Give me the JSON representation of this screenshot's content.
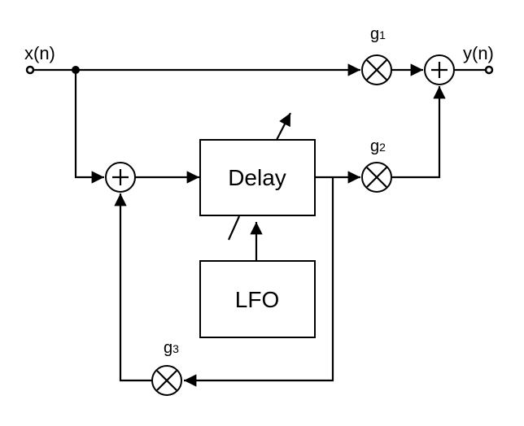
{
  "diagram": {
    "type": "signal-flow block diagram (flanger/chorus with feedback)",
    "input": {
      "label": "x(n)"
    },
    "output": {
      "label": "y(n)"
    },
    "blocks": [
      {
        "id": "delay",
        "label": "Delay"
      },
      {
        "id": "lfo",
        "label": "LFO"
      }
    ],
    "gains": [
      {
        "id": "g1",
        "base": "g",
        "index": "1"
      },
      {
        "id": "g2",
        "base": "g",
        "index": "2"
      },
      {
        "id": "g3",
        "base": "g",
        "index": "3"
      }
    ],
    "operators": {
      "adder_symbol": "+",
      "multiplier_symbol": "×"
    },
    "connections": [
      {
        "from": "x(n)",
        "to": "split"
      },
      {
        "from": "split",
        "to": "g1"
      },
      {
        "from": "split",
        "to": "input-adder"
      },
      {
        "from": "input-adder",
        "to": "delay"
      },
      {
        "from": "delay",
        "to": "g2"
      },
      {
        "from": "delay",
        "to": "g3"
      },
      {
        "from": "g3",
        "to": "input-adder"
      },
      {
        "from": "lfo",
        "to": "delay"
      },
      {
        "from": "g1",
        "to": "output-adder"
      },
      {
        "from": "g2",
        "to": "output-adder"
      },
      {
        "from": "output-adder",
        "to": "y(n)"
      }
    ]
  }
}
